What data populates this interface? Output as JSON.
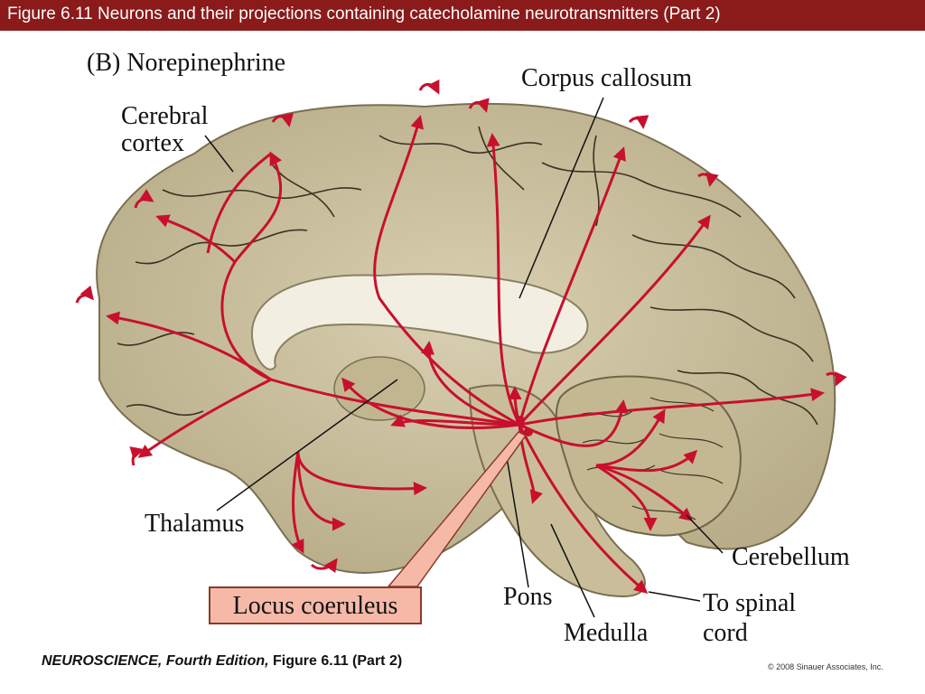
{
  "title": "Figure 6.11  Neurons and their projections containing catecholamine neurotransmitters (Part 2)",
  "panel_label": "(B)  Norepinephrine",
  "labels": {
    "corpus_callosum": "Corpus callosum",
    "cerebral": "Cerebral",
    "cortex": "cortex",
    "thalamus": "Thalamus",
    "locus_coeruleus": "Locus coeruleus",
    "pons": "Pons",
    "medulla": "Medulla",
    "cerebellum": "Cerebellum",
    "to_spinal": "To spinal",
    "cord": "cord"
  },
  "footer": {
    "book": "NEUROSCIENCE,",
    "edition": "Fourth Edition,",
    "figure": "Figure 6.11 (Part 2)",
    "copyright": "© 2008 Sinauer Associates, Inc."
  },
  "colors": {
    "title_bar": "#8b1a1a",
    "brain": "#cfc5a4",
    "projection": "#c8102e",
    "label_box": "#f6b9a8"
  }
}
